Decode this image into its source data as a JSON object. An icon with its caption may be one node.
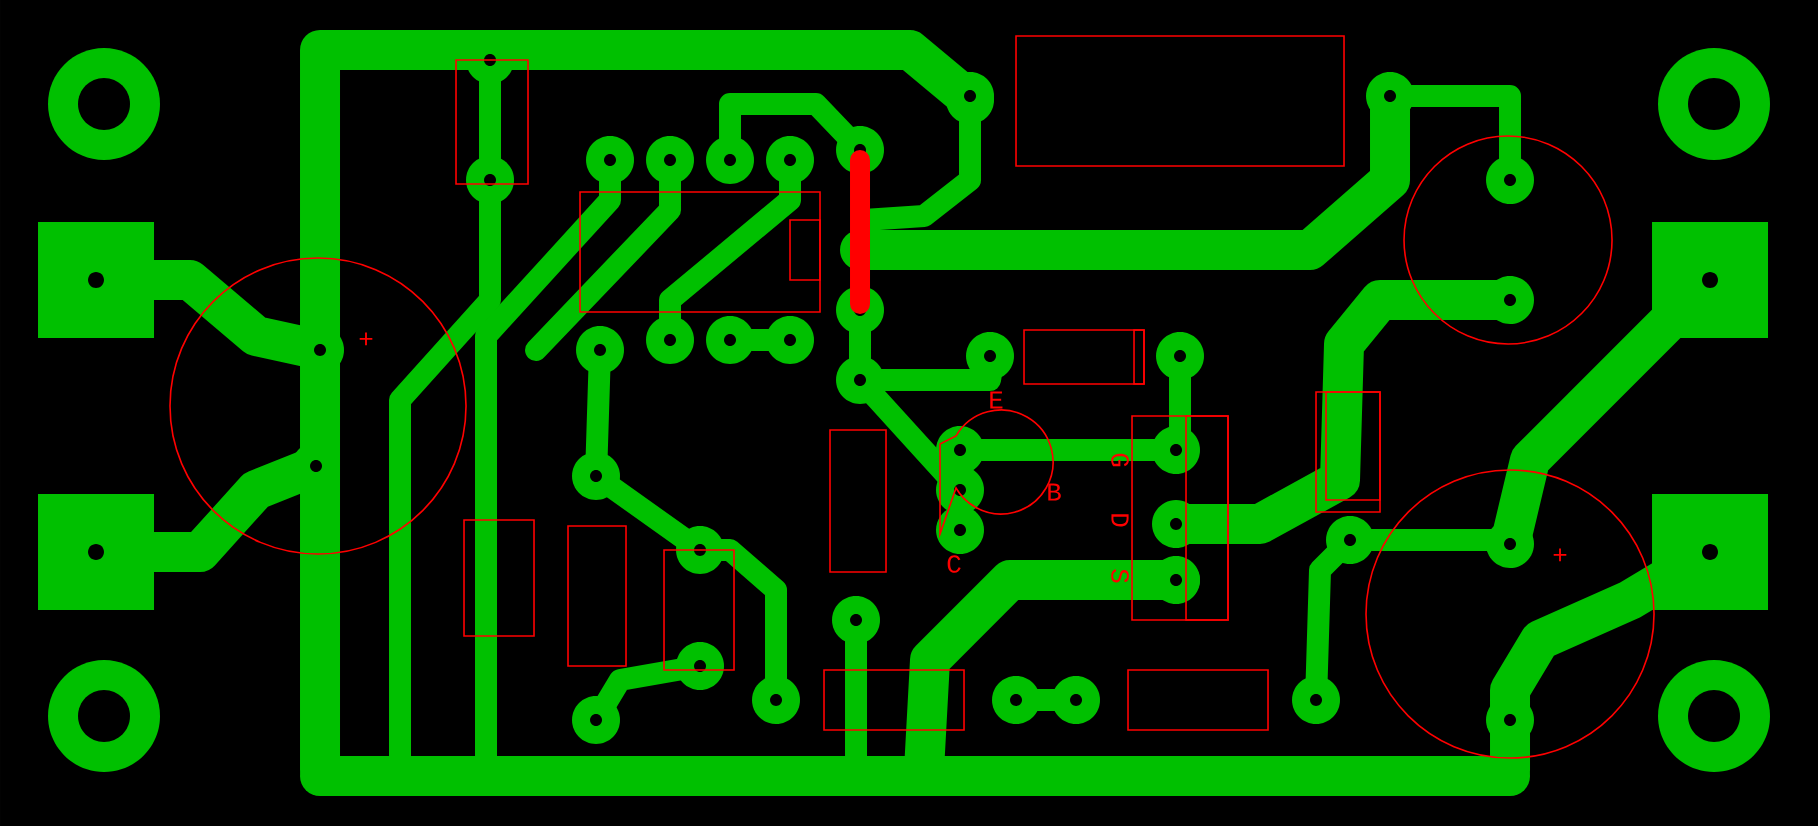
{
  "diagram": {
    "labels": [
      "+",
      "E",
      "B",
      "C",
      "G",
      "D",
      "S",
      "+"
    ]
  }
}
